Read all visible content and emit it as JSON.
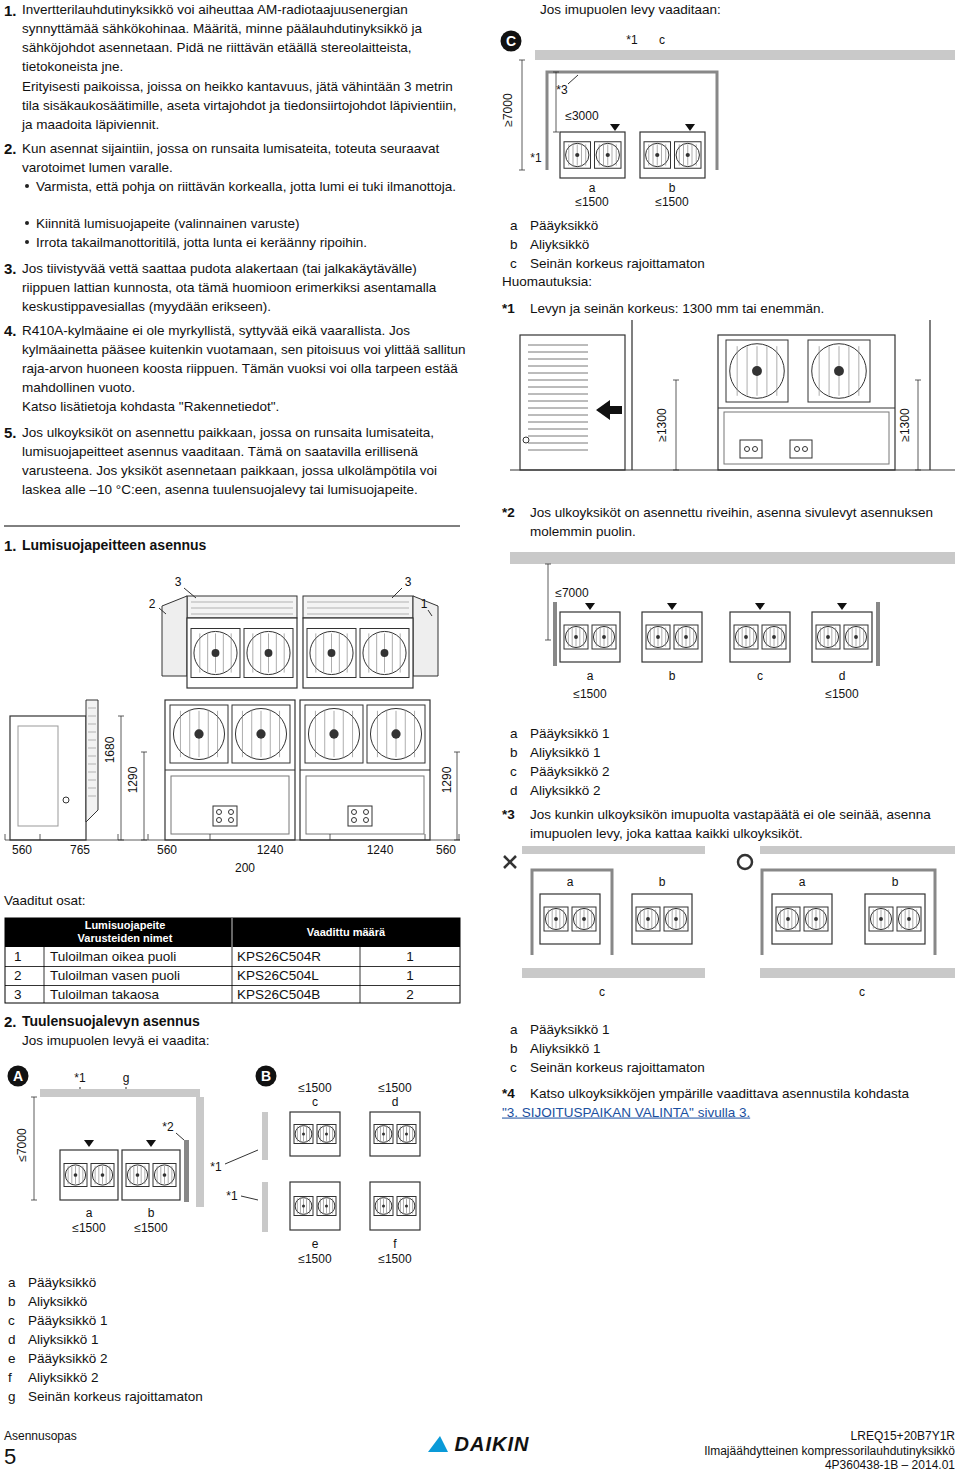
{
  "diagram": {
    "nodes": [
      {
        "text": [
          "A"
        ]
      },
      {
        "text": [
          "B"
        ]
      },
      {
        "text": [
          "C"
        ]
      }
    ],
    "labels": [
      "1.",
      "Invertterilauhdutinyksikkö voi aiheuttaa AM-radiotaajuusenergian synnyttämää sähkökohinaa. Määritä, minne päälauhdutinyksikkö ja sähköjohdot asennetaan. Pidä ne riittävän etäällä stereolaitteista, tietokoneista jne.",
      "Erityisesti paikoissa, joissa on heikko kantavuus, jätä vähintään 3 metrin tila sisäkaukosäätimille, aseta virtajohdot ja tiedonsiirtojohdot läpivientiin, ja maadoita läpiviennit.",
      "2.",
      "Kun asennat sijaintiin, jossa on runsaita lumisateita, toteuta seuraavat varotoimet lumen varalle.",
      "Varmista, että pohja on riittävän korkealla, jotta lumi ei tuki ilmanottoja.",
      "Kiinnitä lumisuojapeite (valinnainen varuste)",
      "Irrota takailmanottoritilä, jotta lunta ei keräänny ripoihin.",
      "3.",
      "Jos tiivistyvää vettä saattaa pudota alakertaan (tai jalkakäytävälle) riippuen lattian kunnosta, ota tämä huomioon erimerkiksi asentamalla keskustippavesiallas (myydään erikseen).",
      "4.",
      "R410A-kylmäaine ei ole myrkyllistä, syttyvää eikä vaarallista. Jos kylmäainetta pääsee kuitenkin vuotamaan, sen pitoisuus voi ylittää sallitun raja-arvon huoneen koosta riippuen. Tämän vuoksi voi olla tarpeen estää mahdollinen vuoto.",
      "Katso lisätietoja kohdasta \"Rakennetiedot\".",
      "5.",
      "Jos ulkoyksiköt on asennettu paikkaan, jossa on runsaita lumisateita, lumisuojapeitteet asennus vaaditaan. Tämä on saatavilla erillisenä varusteena. Jos yksiköt asennetaan paikkaan, jossa ulkolämpötila voi laskea alle –10 °C:een, asenna tuulensuojalevy tai lumisuojapeite.",
      "1.",
      "Lumisuojapeitteen asennus",
      "3",
      "2",
      "3",
      "1",
      "1680",
      "1290",
      "1290",
      "560",
      "765",
      "560",
      "1240",
      "1240",
      "560",
      "200",
      "Vaaditut osat:",
      "Lumisuojapeite",
      "Varusteiden nimet",
      "Vaadittu määrä",
      "1",
      "Tuloilman oikea puoli",
      "KPS26C504R",
      "1",
      "2",
      "Tuloilman vasen puoli",
      "KPS26C504L",
      "1",
      "3",
      "Tuloilman takaosa",
      "KPS26C504B",
      "2",
      "2.",
      "Tuulensuojalevyn asennus",
      "Jos imupuolen levyä ei vaadita:",
      "*1",
      "g",
      "≤7000",
      "*2",
      "*1",
      "*1",
      "a",
      "≤1500",
      "b",
      "≤1500",
      "≤1500",
      "≤1500",
      "c",
      "d",
      "e",
      "≤1500",
      "f",
      "≤1500",
      "a",
      "Pääyksikkö",
      "b",
      "Aliyksikkö",
      "c",
      "Pääyksikkö 1",
      "d",
      "Aliyksikkö 1",
      "e",
      "Pääyksikkö 2",
      "f",
      "Aliyksikkö 2",
      "g",
      "Seinän korkeus rajoittamaton",
      "Asennusopas",
      "5",
      "DAIKIN",
      "LREQ15+20B7Y1R",
      "Ilmajäähdytteinen kompressorilauhdutinyksikkö",
      "4P360438-1B – 2014.01",
      "Jos imupuolen levy vaaditaan:",
      "*1",
      "c",
      "≥7000",
      "*3",
      "≤3000",
      "*1",
      "a",
      "≤1500",
      "b",
      "≤1500",
      "a",
      "Pääyksikkö",
      "b",
      "Aliyksikkö",
      "c",
      "Seinän korkeus rajoittamaton",
      "Huomautuksia:",
      "*1",
      "Levyn ja seinän korkeus: 1300 mm tai enemmän.",
      "≥1300",
      "≥1300",
      "*2",
      "Jos ulkoyksiköt on asennettu riveihin, asenna sivulevyt asennuksen molemmin puolin.",
      "≤7000",
      "a",
      "b",
      "c",
      "d",
      "≤1500",
      "≤1500",
      "a",
      "Pääyksikkö 1",
      "b",
      "Aliyksikkö 1",
      "c",
      "Pääyksikkö 2",
      "d",
      "Aliyksikkö 2",
      "*3",
      "Jos kunkin ulkoyksikön imupuolta vastapäätä ei ole seinää, asenna imupuolen levy, joka kattaa kaikki ulkoyksiköt.",
      "a",
      "b",
      "a",
      "b",
      "c",
      "c",
      "a",
      "Pääyksikkö 1",
      "b",
      "Aliyksikkö 1",
      "c",
      "Seinän korkeus rajoittamaton",
      "*4",
      "Katso ulkoyksikköjen ympärille vaadittava asennustila kohdasta",
      "\"3. SIJOITUSPAIKAN VALINTA\" sivulla 3."
    ]
  }
}
